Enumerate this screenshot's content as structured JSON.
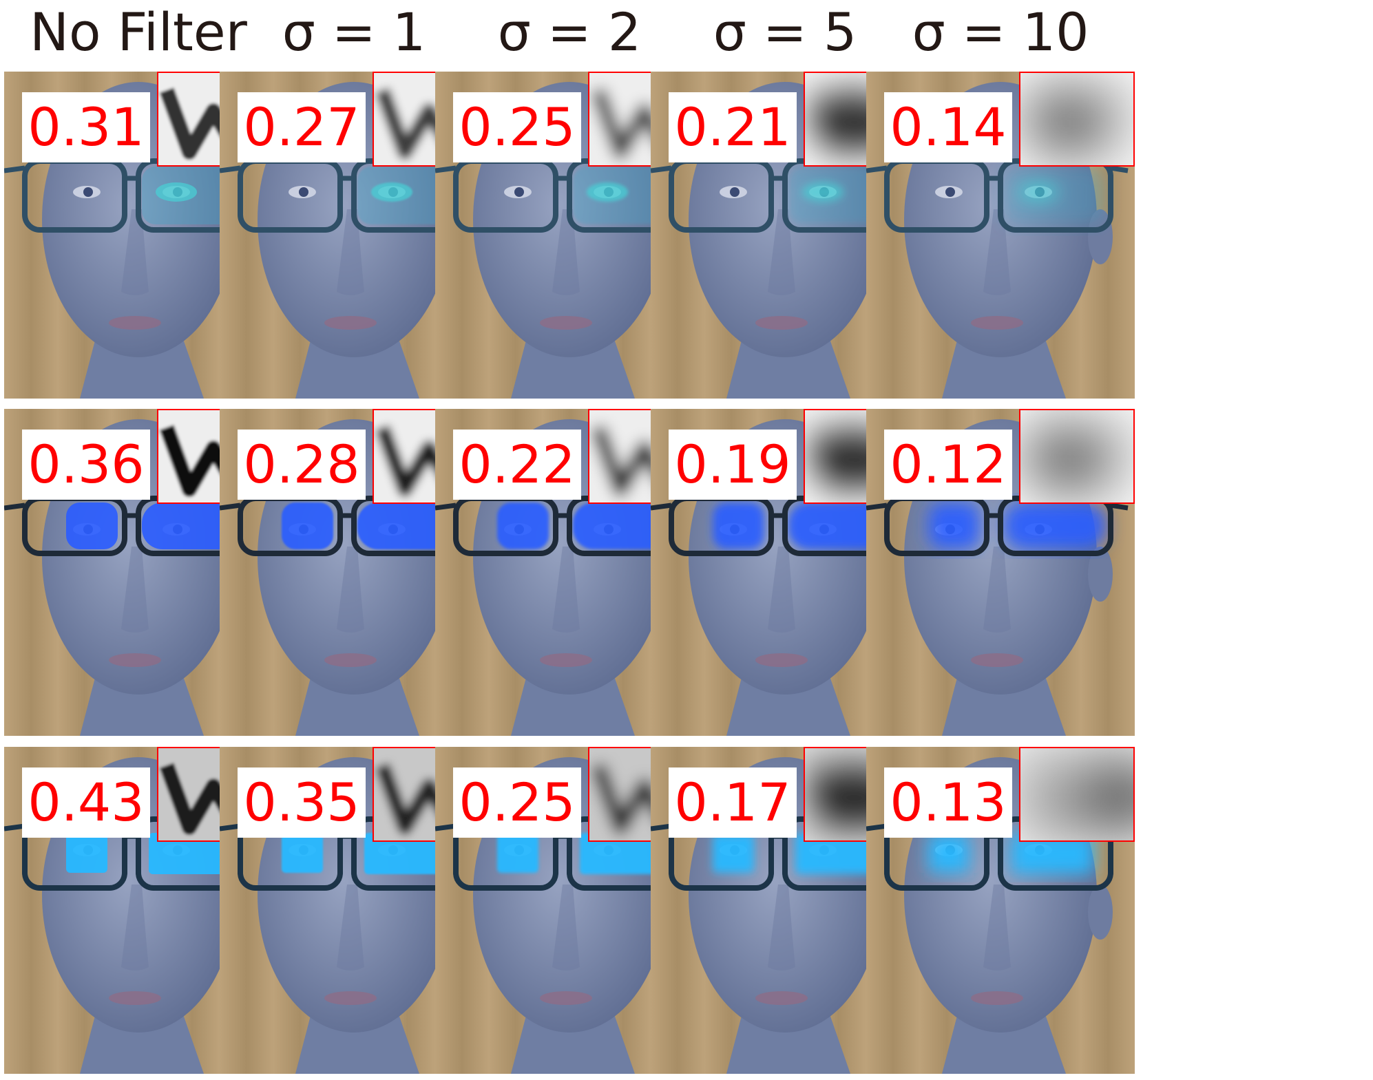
{
  "columns": [
    {
      "label": "No Filter",
      "blur_sigma": 0
    },
    {
      "label": "σ = 1",
      "blur_sigma": 1
    },
    {
      "label": "σ = 2",
      "blur_sigma": 2
    },
    {
      "label": "σ = 5",
      "blur_sigma": 5
    },
    {
      "label": "σ = 10",
      "blur_sigma": 10
    }
  ],
  "rows": [
    {
      "scores": [
        "0.31",
        "0.27",
        "0.25",
        "0.21",
        "0.14"
      ],
      "lens_color": "#3aa7c8",
      "lens_opacity": 0.35,
      "frame_color": "#2f4f66",
      "screen_shape": "eye",
      "inset_style": "w-light"
    },
    {
      "scores": [
        "0.36",
        "0.28",
        "0.22",
        "0.19",
        "0.12"
      ],
      "lens_color": "#2a5cff",
      "lens_opacity": 0.9,
      "frame_color": "#1e2a38",
      "screen_shape": "oval",
      "inset_style": "w-noisy"
    },
    {
      "scores": [
        "0.43",
        "0.35",
        "0.25",
        "0.17",
        "0.13"
      ],
      "lens_color": "#27b8ff",
      "lens_opacity": 0.95,
      "frame_color": "#1c3448",
      "screen_shape": "rect",
      "inset_style": "w-dark"
    }
  ],
  "colors": {
    "background_wall": "#b59a73",
    "face": "#7f8eb0",
    "score_text": "#ff0000",
    "inset_border": "#ff0000",
    "header_text": "#231815"
  }
}
